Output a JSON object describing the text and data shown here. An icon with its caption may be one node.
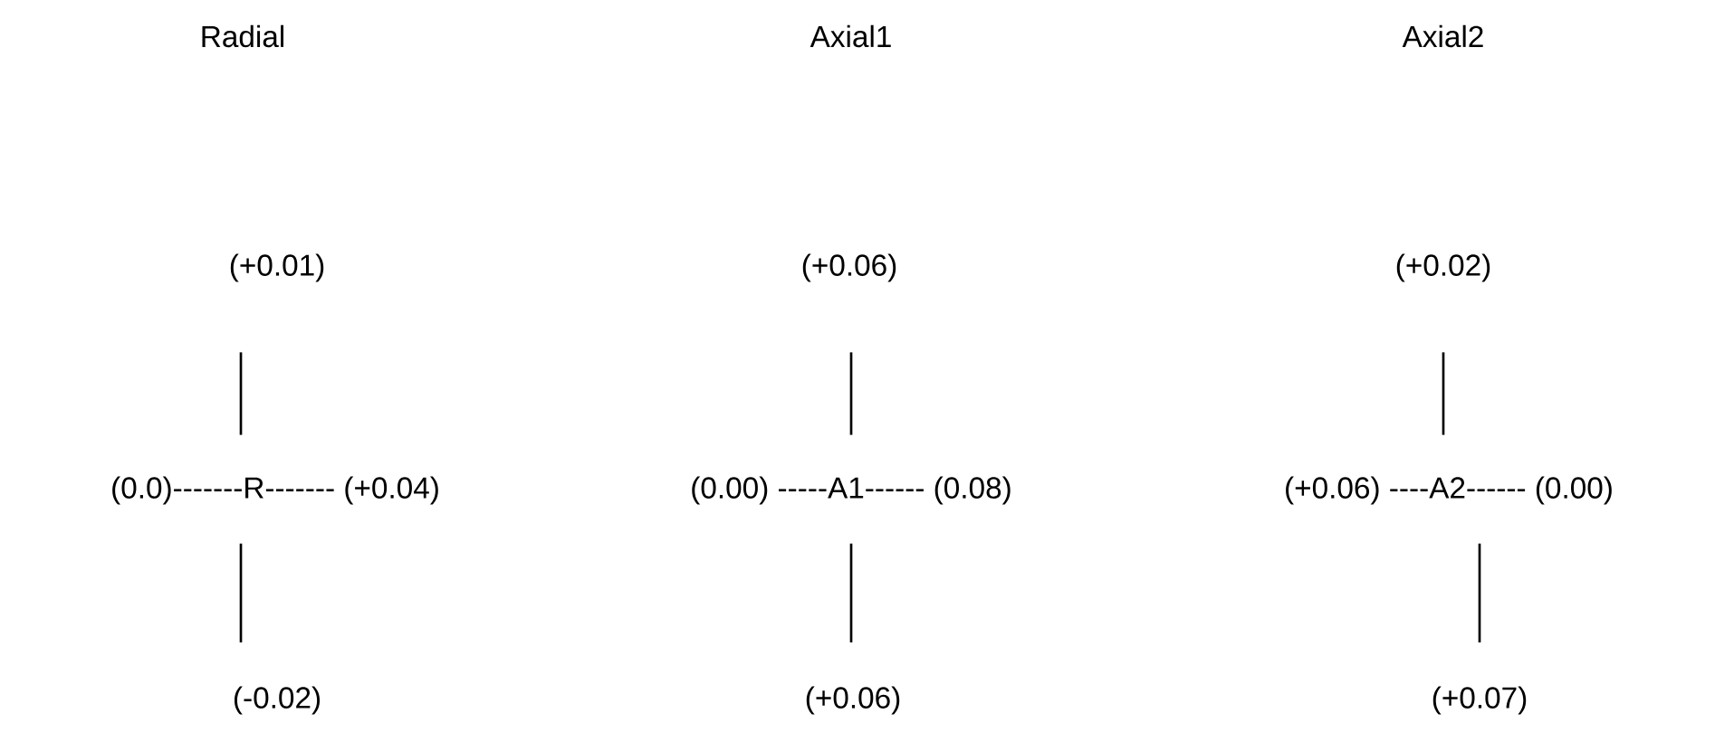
{
  "diagram": {
    "nodes": [
      {
        "text": [
          "(+0.01)"
        ]
      },
      {
        "text": [
          "(0.0)-------R------- (+0.04)"
        ]
      },
      {
        "text": [
          "(-0.02)"
        ]
      },
      {
        "text": [
          "(+0.06)"
        ]
      },
      {
        "text": [
          "(0.00) -----A1------ (0.08)"
        ]
      },
      {
        "text": [
          "(+0.06)"
        ]
      },
      {
        "text": [
          "(+0.02)"
        ]
      },
      {
        "text": [
          "(+0.06) ----A2------ (0.00)"
        ]
      },
      {
        "text": [
          "(+0.07)"
        ]
      }
    ],
    "edges": [
      {
        "from": 0,
        "to": 1,
        "arrow": "none"
      },
      {
        "from": 1,
        "to": 2,
        "arrow": "none"
      },
      {
        "from": 3,
        "to": 4,
        "arrow": "none"
      },
      {
        "from": 4,
        "to": 5,
        "arrow": "none"
      },
      {
        "from": 6,
        "to": 7,
        "arrow": "none"
      },
      {
        "from": 7,
        "to": 8,
        "arrow": "none"
      }
    ],
    "labels": [
      "Radial",
      "Axial1",
      "Axial2"
    ]
  }
}
